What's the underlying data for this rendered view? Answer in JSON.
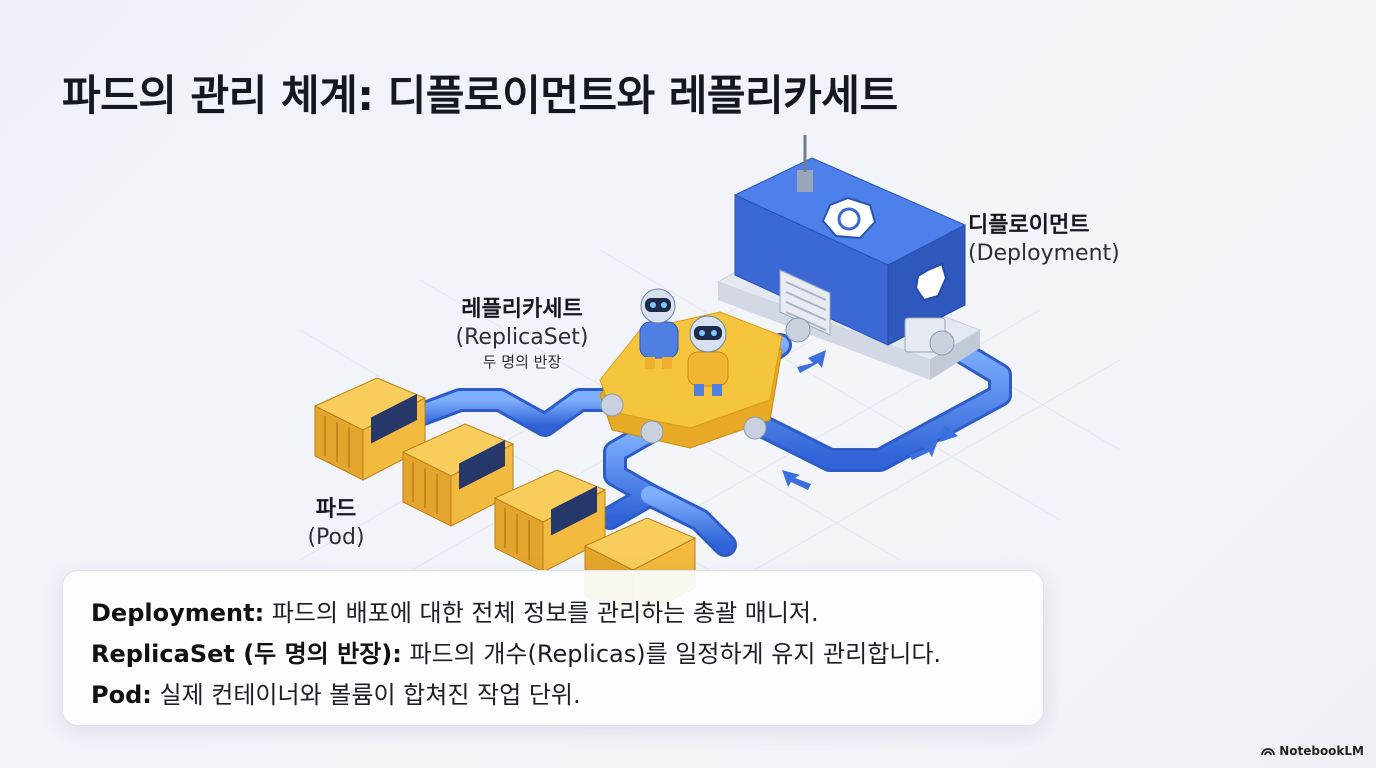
{
  "title": "파드의 관리 체계: 디플로이먼트와 레플리카세트",
  "labels": {
    "deployment": {
      "ko": "디플로이먼트",
      "en": "(Deployment)"
    },
    "replicaset": {
      "ko": "레플리카세트",
      "en": "(ReplicaSet)",
      "sub": "두 명의 반장"
    },
    "pod": {
      "ko": "파드",
      "en": "(Pod)"
    }
  },
  "legend": [
    {
      "term": "Deployment:",
      "desc": " 파드의 배포에 대한 전체 정보를 관리하는 총괄 매니저."
    },
    {
      "term": "ReplicaSet (두 명의 반장):",
      "desc": " 파드의 개수(Replicas)를 일정하게 유지 관리합니다."
    },
    {
      "term": "Pod:",
      "desc": " 실제 컨테이너와 볼륨이 합쳐진 작업 단위."
    }
  ],
  "brand": "NotebookLM",
  "icons": [
    "kubernetes-helm-icon",
    "robot-icon",
    "container-icon",
    "arrow-icon",
    "notebooklm-logo-icon"
  ],
  "colors": {
    "deployment_blue": "#3f6fd8",
    "pipe_blue": "#4d86ea",
    "replicaset_yellow": "#f2c23c",
    "pod_orange": "#f0b63a"
  }
}
